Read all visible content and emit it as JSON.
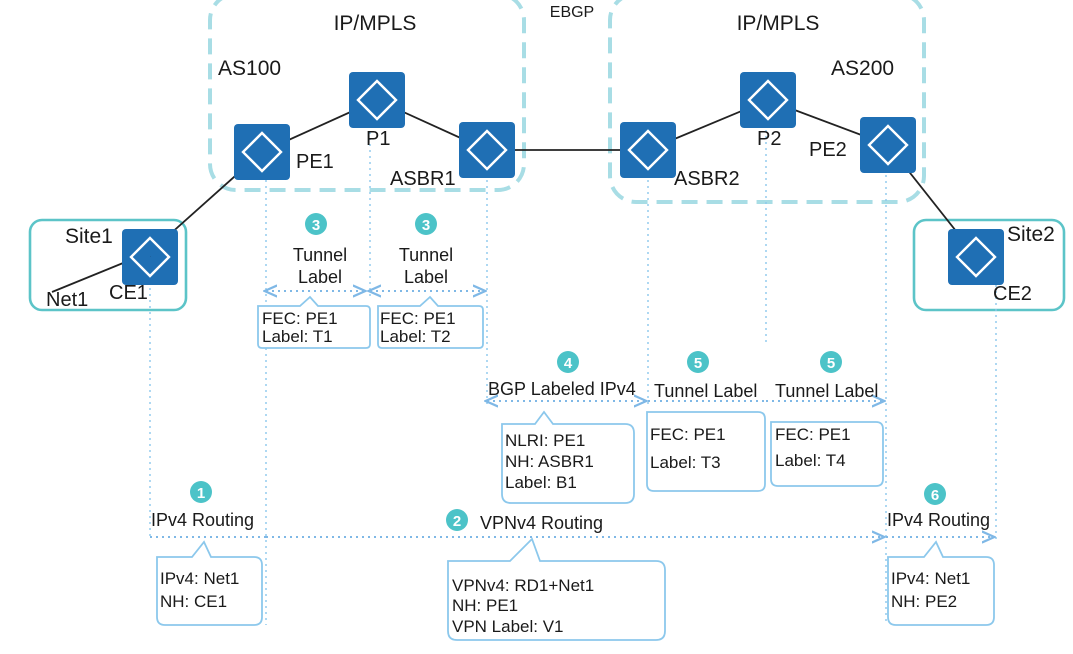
{
  "areas": {
    "ipmpls_left": "IP/MPLS",
    "ipmpls_right": "IP/MPLS",
    "ebgp": "EBGP",
    "as100": "AS100",
    "as200": "AS200",
    "site1": "Site1",
    "site2": "Site2"
  },
  "routers": {
    "ce1": "CE1",
    "pe1": "PE1",
    "p1": "P1",
    "asbr1": "ASBR1",
    "asbr2": "ASBR2",
    "p2": "P2",
    "pe2": "PE2",
    "ce2": "CE2",
    "router_glyph": "R"
  },
  "networks": {
    "net1": "Net1"
  },
  "steps": {
    "s1": {
      "num": "1",
      "title": "IPv4 Routing",
      "box": [
        "IPv4: Net1",
        "NH: CE1"
      ]
    },
    "s2": {
      "num": "2",
      "title": "VPNv4 Routing",
      "box": [
        "VPNv4: RD1+Net1",
        "NH: PE1",
        "VPN Label: V1"
      ]
    },
    "s3a": {
      "num": "3",
      "title": [
        "Tunnel",
        "Label"
      ],
      "box": [
        "FEC: PE1",
        "Label: T1"
      ]
    },
    "s3b": {
      "num": "3",
      "title": [
        "Tunnel",
        "Label"
      ],
      "box": [
        "FEC: PE1",
        "Label: T2"
      ]
    },
    "s4": {
      "num": "4",
      "title": "BGP Labeled IPv4",
      "box": [
        "NLRI: PE1",
        "NH: ASBR1",
        "Label: B1"
      ]
    },
    "s5a": {
      "num": "5",
      "title": "Tunnel Label",
      "box": [
        "FEC: PE1",
        "Label: T3"
      ]
    },
    "s5b": {
      "num": "5",
      "title": "Tunnel Label",
      "box": [
        "FEC: PE1",
        "Label: T4"
      ]
    },
    "s6": {
      "num": "6",
      "title": "IPv4 Routing",
      "box": [
        "IPv4: Net1",
        "NH: PE2"
      ]
    }
  },
  "colors": {
    "router_fill": "#1f6fb4",
    "step_badge": "#4cc3c8",
    "domain_border": "#a8dde5",
    "site_border": "#5cc4c8",
    "arrow": "#7fb8e6",
    "callout_border": "#8cc8ec"
  },
  "icons": {
    "router": "router-icon",
    "step_badge": "step-number-icon"
  }
}
